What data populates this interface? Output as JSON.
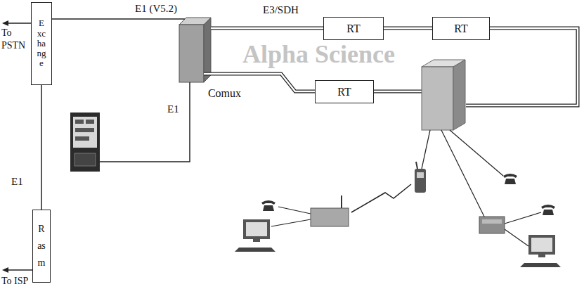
{
  "diagram": {
    "nodes": [
      {
        "text": [
          "Exchange"
        ]
      },
      {
        "text": [
          "Comux"
        ]
      },
      {
        "text": [
          "RT"
        ]
      },
      {
        "text": [
          "RT"
        ]
      },
      {
        "text": [
          "RT"
        ]
      },
      {
        "text": [
          "Rasm"
        ]
      }
    ],
    "edges": [
      {
        "from": 0,
        "to": 1,
        "label": "E1 (V5.2)",
        "arrow": "none"
      },
      {
        "from": 1,
        "to": 2,
        "label": "E3/SDH",
        "arrow": "none"
      },
      {
        "from": 2,
        "to": 3,
        "arrow": "none"
      },
      {
        "from": 1,
        "to": 4,
        "arrow": "none"
      },
      {
        "from": 0,
        "to": 5,
        "label": "E1",
        "arrow": "none"
      }
    ],
    "labels": [
      "To PSTN",
      "E1",
      "To ISP",
      "Alpha Science"
    ]
  }
}
